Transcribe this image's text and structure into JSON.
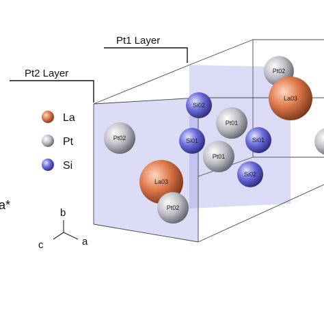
{
  "layers": {
    "pt1": "Pt1 Layer",
    "pt2": "Pt2 Layer"
  },
  "legend": [
    {
      "symbol": "La",
      "color": "#e8875a"
    },
    {
      "symbol": "Pt",
      "color": "#b8b8b8"
    },
    {
      "symbol": "Si",
      "color": "#6a6ad8"
    }
  ],
  "atoms": {
    "pt02_front": "Pt02",
    "la03_front": "La03",
    "pt02_bottom": "Pt02",
    "si02_top": "Si02",
    "pt01_upper": "Pt01",
    "si01_left": "Si01",
    "si01_right": "Si01",
    "pt01_lower": "Pt01",
    "si02_lower": "Si02",
    "pt02_back": "Pt02",
    "la03_back": "La03"
  },
  "axes": {
    "b": "b",
    "c": "c",
    "a": "a"
  },
  "side_label": "a*",
  "colors": {
    "layer_plane": "#7f7fe0",
    "la": "#e8875a",
    "pt": "#b8b8b8",
    "si": "#6a6ad8"
  }
}
